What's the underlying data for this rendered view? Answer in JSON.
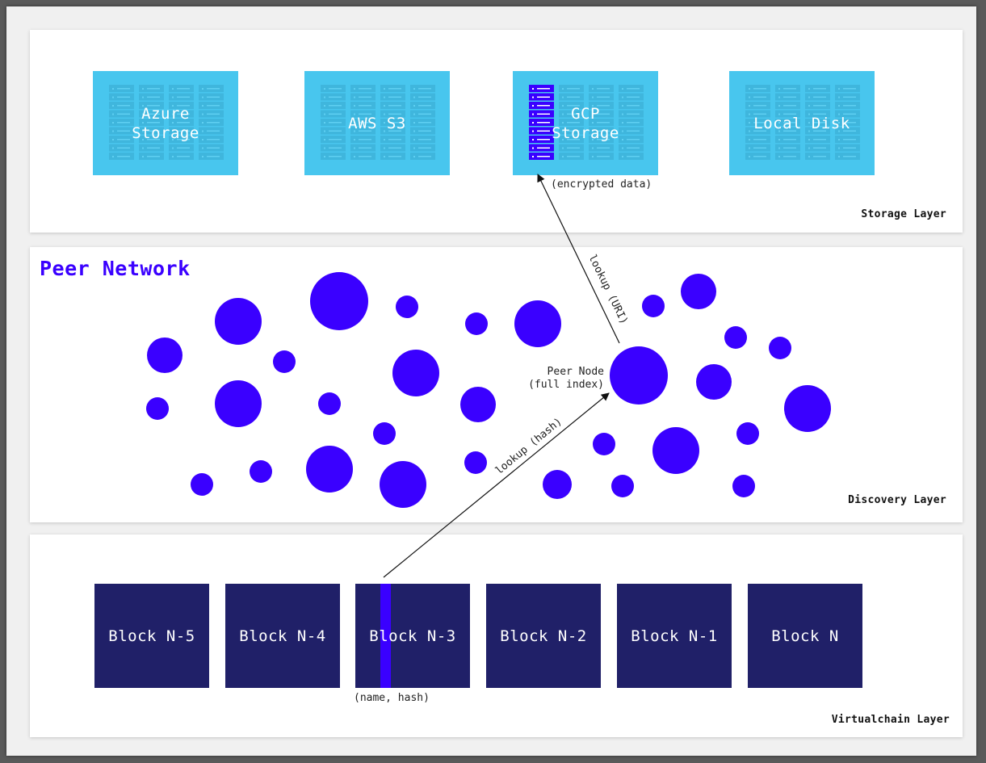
{
  "layers": {
    "storage": "Storage Layer",
    "discovery": "Discovery Layer",
    "virtualchain": "Virtualchain Layer"
  },
  "storage_providers": [
    {
      "name": "Azure\nStorage",
      "highlighted": false
    },
    {
      "name": "AWS S3",
      "highlighted": false
    },
    {
      "name": "GCP\nStorage",
      "highlighted": true
    },
    {
      "name": "Local Disk",
      "highlighted": false
    }
  ],
  "peer_network": {
    "title": "Peer Network",
    "peer_node_label": "Peer Node",
    "peer_node_sublabel": "(full index)"
  },
  "blocks": [
    "Block N-5",
    "Block N-4",
    "Block N-3",
    "Block N-2",
    "Block N-1",
    "Block N"
  ],
  "annotations": {
    "encrypted": "(encrypted data)",
    "lookup_uri": "lookup (URI)",
    "lookup_hash": "lookup (hash)",
    "name_hash": "(name, hash)"
  },
  "colors": {
    "storage_box": "#48c6ee",
    "peer": "#3a00ff",
    "block": "#202068",
    "highlight": "#3a00ff"
  }
}
